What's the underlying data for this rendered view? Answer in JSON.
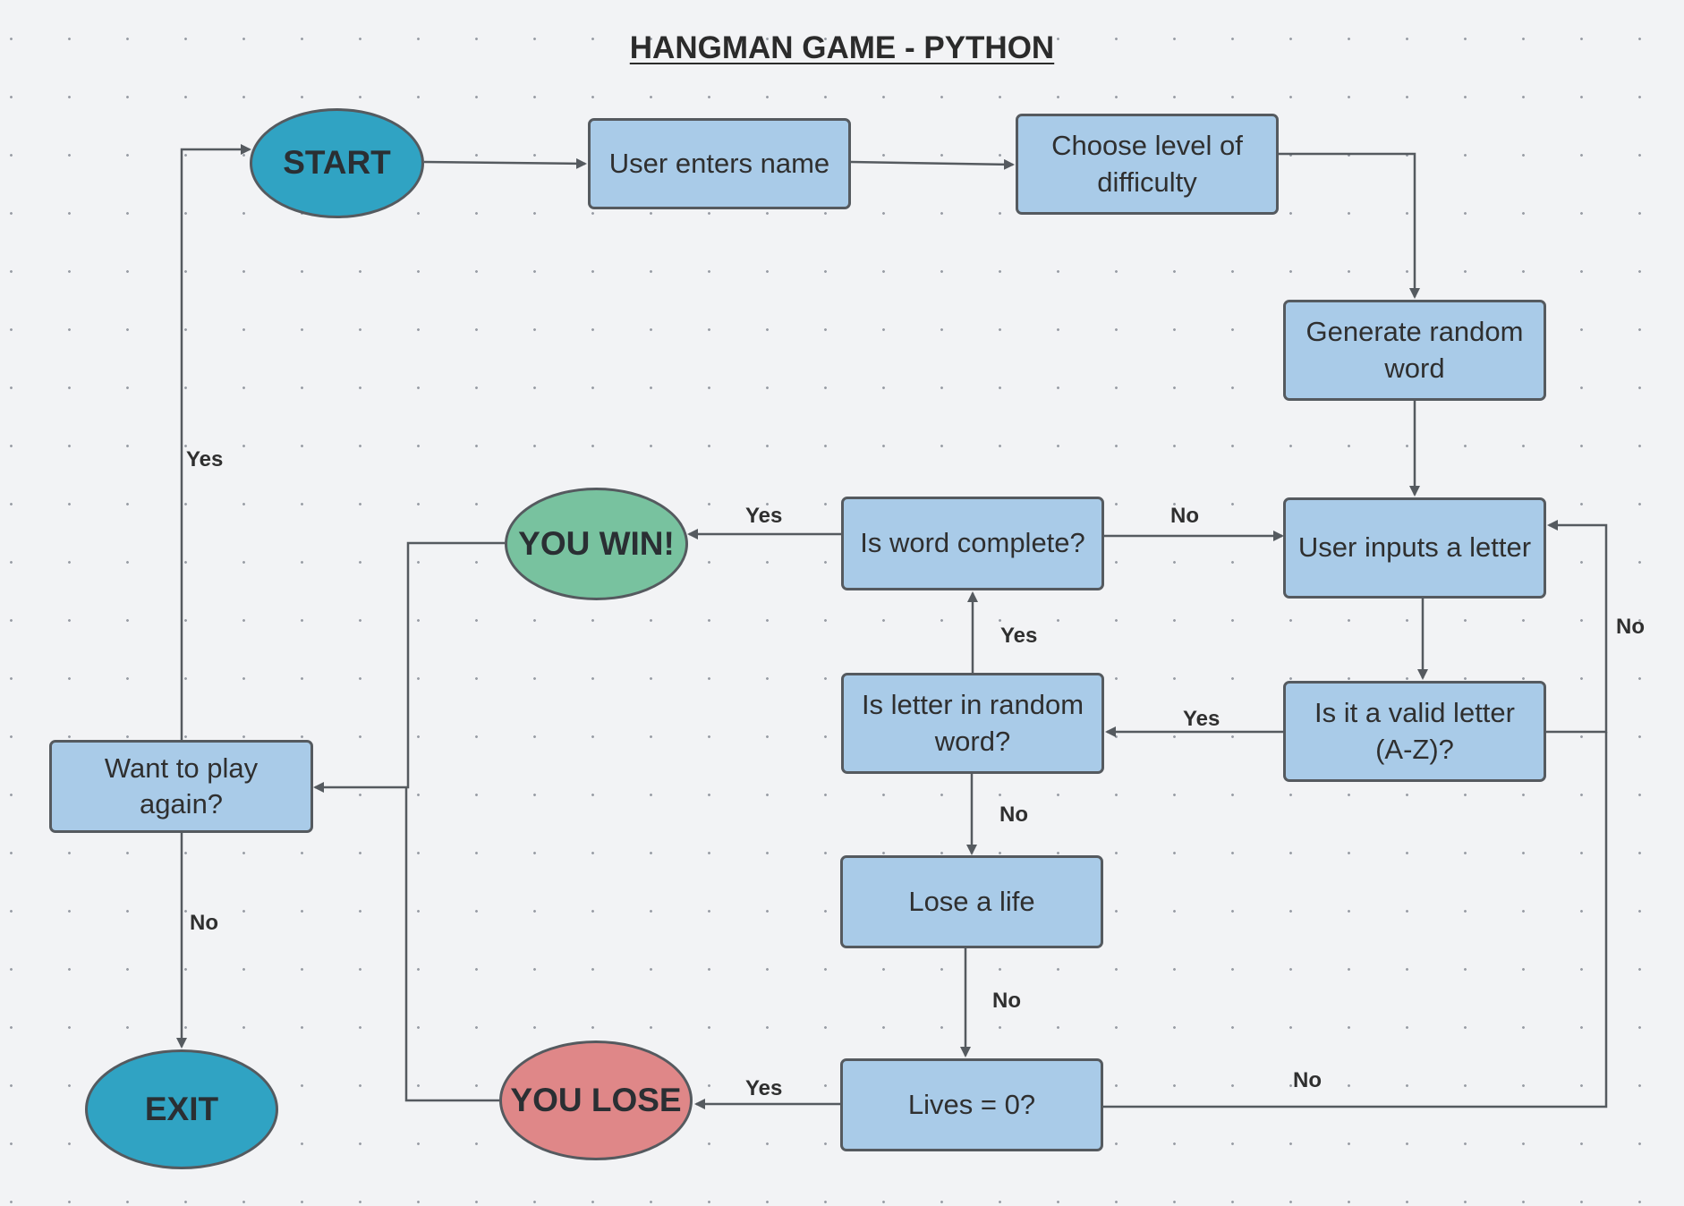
{
  "title": "HANGMAN GAME - PYTHON",
  "colors": {
    "process": "#a9cbe8",
    "terminal": "#30a3c3",
    "win": "#78c29f",
    "lose": "#df8788",
    "line": "#555a5f",
    "background": "#f2f3f5"
  },
  "nodes": {
    "start": "START",
    "enter_name": "User enters name",
    "choose_level": "Choose level of difficulty",
    "generate_word": "Generate random word",
    "input_letter": "User inputs a letter",
    "valid_letter": "Is it a valid letter (A-Z)?",
    "letter_in_word": "Is letter in random word?",
    "word_complete": "Is word complete?",
    "you_win": "YOU WIN!",
    "lose_life": "Lose a life",
    "lives_zero": "Lives = 0?",
    "you_lose": "YOU LOSE",
    "play_again": "Want to play again?",
    "exit": "EXIT"
  },
  "edge_labels": {
    "again_yes": "Yes",
    "again_no": "No",
    "complete_yes": "Yes",
    "complete_no": "No",
    "inword_yes": "Yes",
    "valid_yes": "Yes",
    "valid_no": "No",
    "inword_no": "No",
    "life_no": "No",
    "lives_yes": "Yes",
    "lives_no": "No"
  }
}
